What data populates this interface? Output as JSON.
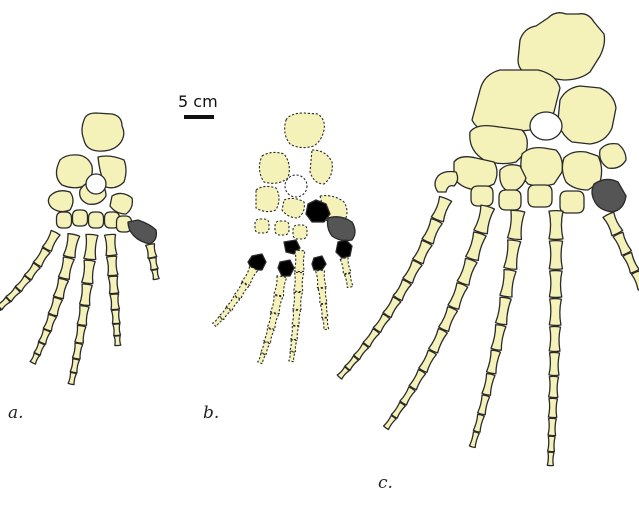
{
  "scale_bar": {
    "label": "5 cm"
  },
  "panels": [
    {
      "id": "a",
      "label": "a."
    },
    {
      "id": "b",
      "label": "b."
    },
    {
      "id": "c",
      "label": "c."
    }
  ],
  "colors": {
    "bone_fill": "#f4f2b8",
    "highlight_dark_gray": "#555555",
    "highlight_black": "#000000",
    "outline": "#2a2a2a"
  }
}
